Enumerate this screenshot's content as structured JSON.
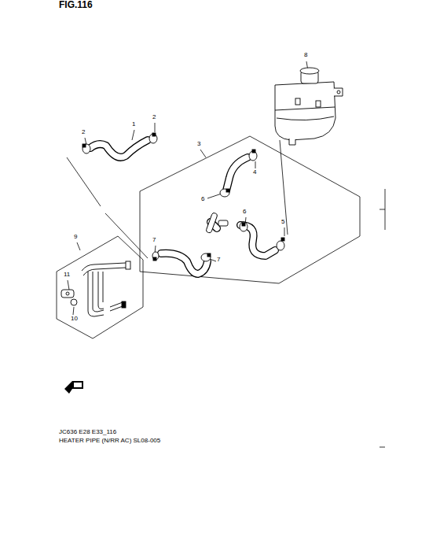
{
  "diagram": {
    "title": "FIG.116",
    "labels": [
      "8",
      "2",
      "1",
      "2",
      "3",
      "4",
      "6",
      "6",
      "5",
      "7",
      "7",
      "9",
      "11",
      "10",
      "JC636 E28 E33_116",
      "HEATER PIPE (N/RR AC) SL08-005"
    ]
  }
}
